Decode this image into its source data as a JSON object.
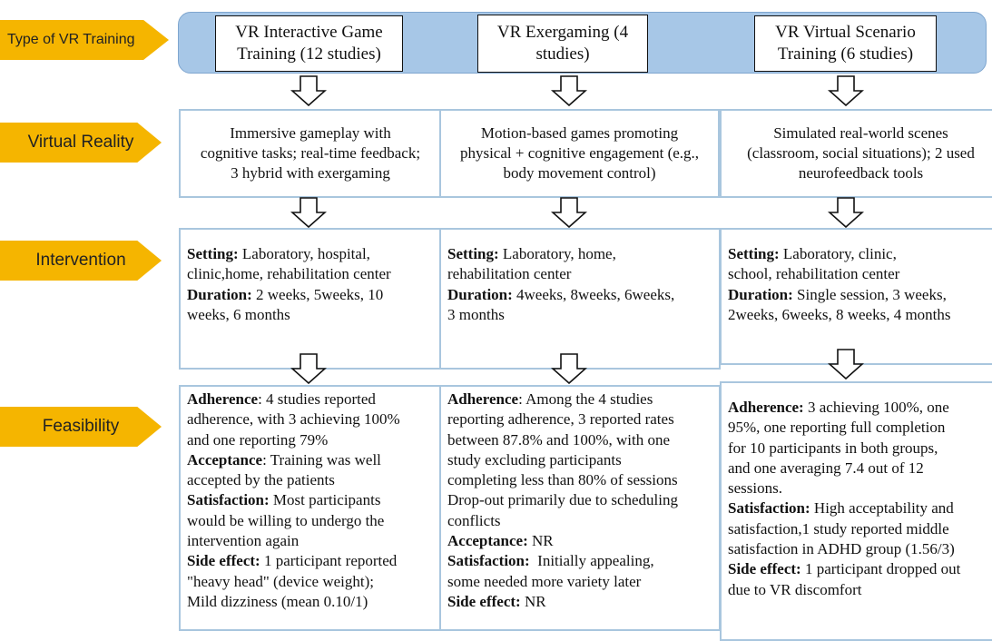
{
  "row_labels": {
    "type": "Type of VR Training",
    "virtual_reality": "Virtual Reality",
    "intervention": "Intervention",
    "feasibility": "Feasibility"
  },
  "colors": {
    "label_fill": "#f5b500",
    "banner_fill": "#a7c7e7",
    "box_border": "#a9c6de"
  },
  "columns": [
    {
      "type_lines": [
        "VR Interactive Game",
        "Training (12 studies)"
      ],
      "vr_lines": [
        "Immersive gameplay with",
        "cognitive tasks; real-time feedback;",
        "3 hybrid with exergaming"
      ],
      "intervention": {
        "setting_label": "Setting:",
        "setting_lines": [
          " Laboratory, hospital,",
          "clinic,home, rehabilitation center"
        ],
        "duration_label": "Duration:",
        "duration_lines": [
          " 2 weeks, 5weeks, 10",
          "weeks, 6 months"
        ]
      },
      "feasibility": {
        "adherence_label": "Adherence",
        "adherence_lines": [
          ": 4 studies reported",
          "adherence, with 3 achieving 100%",
          "and one reporting 79%"
        ],
        "acceptance_label": "Acceptance",
        "acceptance_lines": [
          ": Training was well",
          "accepted by the patients"
        ],
        "satisfaction_label": "Satisfaction:",
        "satisfaction_lines": [
          " Most participants",
          "would be willing to undergo the",
          "intervention again"
        ],
        "side_label": "Side effect:",
        "side_lines": [
          " 1 participant reported",
          "\"heavy head\" (device weight);",
          "Mild dizziness (mean 0.10/1)"
        ]
      }
    },
    {
      "type_lines": [
        "VR Exergaming (4",
        "studies)"
      ],
      "vr_lines": [
        "Motion-based games promoting",
        "physical + cognitive engagement (e.g.,",
        "body movement control)"
      ],
      "intervention": {
        "setting_label": "Setting:",
        "setting_lines": [
          " Laboratory, home,",
          "rehabilitation center"
        ],
        "duration_label": "Duration:",
        "duration_lines": [
          " 4weeks, 8weeks, 6weeks,",
          "3 months"
        ]
      },
      "feasibility": {
        "adherence_label": "Adherence",
        "adherence_lines": [
          ": Among the 4 studies",
          "reporting adherence, 3 reported rates",
          "between 87.8% and 100%, with one",
          "study excluding participants",
          "completing less than 80% of sessions",
          "Drop-out primarily due to scheduling",
          "conflicts"
        ],
        "acceptance_label": "Acceptance:",
        "acceptance_text": " NR",
        "satisfaction_label": "Satisfaction:",
        "satisfaction_lines": [
          "  Initially appealing,",
          "some needed more variety later"
        ],
        "side_label": "Side effect:",
        "side_text": " NR"
      }
    },
    {
      "type_lines": [
        "VR Virtual Scenario",
        "Training (6 studies)"
      ],
      "vr_lines": [
        "Simulated real-world scenes",
        "(classroom, social situations); 2 used",
        "neurofeedback tools"
      ],
      "intervention": {
        "setting_label": "Setting:",
        "setting_lines": [
          " Laboratory, clinic,",
          "school, rehabilitation center"
        ],
        "duration_label": "Duration:",
        "duration_lines": [
          " Single session, 3 weeks,",
          "2weeks, 6weeks, 8 weeks, 4 months"
        ]
      },
      "feasibility": {
        "adherence_label": "Adherence:",
        "adherence_lines": [
          " 3 achieving 100%, one",
          "95%, one reporting full completion",
          "for 10 participants in both groups,",
          "and one averaging 7.4 out of 12",
          "sessions."
        ],
        "satisfaction_label": "Satisfaction:",
        "satisfaction_lines": [
          " High acceptability and",
          "satisfaction,1 study reported middle",
          "satisfaction in ADHD group (1.56/3)"
        ],
        "side_label": "Side effect:",
        "side_lines": [
          " 1 participant dropped out",
          "due to VR discomfort"
        ]
      }
    }
  ]
}
